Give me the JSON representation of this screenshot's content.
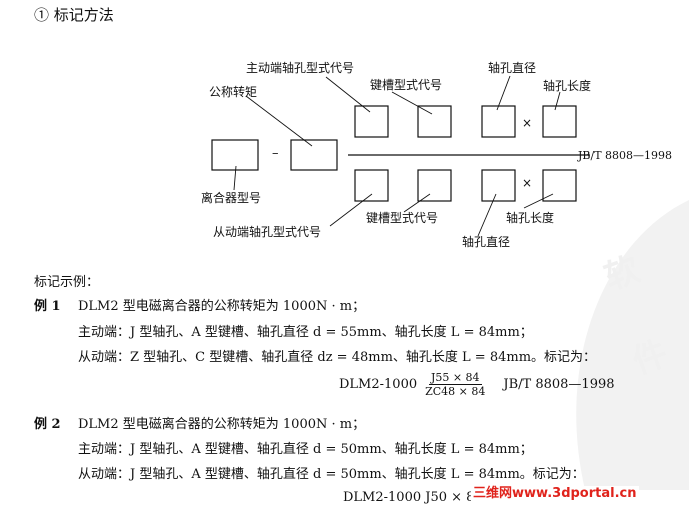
{
  "section_heading": "① 标记方法",
  "diagram": {
    "label_rated_torque": "公称转矩",
    "label_drive_hole_type": "主动端轴孔型式代号",
    "label_keyway_type_top": "键槽型式代号",
    "label_bore_dia_top": "轴孔直径",
    "label_bore_len_top": "轴孔长度",
    "standard_ref": "JB/T 8808—1998",
    "label_clutch_model": "离合器型号",
    "label_driven_hole_type": "从动端轴孔型式代号",
    "label_keyway_type_bottom": "键槽型式代号",
    "label_bore_len_bottom": "轴孔长度",
    "label_bore_dia_bottom": "轴孔直径",
    "dash": "–",
    "times": "×"
  },
  "examples": {
    "intro": "标记示例：",
    "ex1": {
      "tag": "例 1",
      "line1": "DLM2 型电磁离合器的公称转矩为 1000N · m；",
      "line2": "主动端：J 型轴孔、A 型键槽、轴孔直径 d = 55mm、轴孔长度 L = 84mm；",
      "line3": "从动端：Z 型轴孔、C 型键槽、轴孔直径 dz = 48mm、轴孔长度 L = 84mm。标记为：",
      "mark_prefix": "DLM2-1000",
      "mark_num": "J55 × 84",
      "mark_den": "ZC48 × 84",
      "mark_std": "JB/T 8808—1998"
    },
    "ex2": {
      "tag": "例 2",
      "line1": "DLM2 型电磁离合器的公称转矩为 1000N · m；",
      "line2": "主动端：J 型轴孔、A 型键槽、轴孔直径 d = 50mm、轴孔长度 L = 84mm；",
      "line3": "从动端：J 型轴孔、A 型键槽、轴孔直径 d = 50mm、轴孔长度 L = 84mm。标记为：",
      "mark_partial": "DLM2-1000  J50 × 8"
    }
  },
  "watermark": {
    "site_cn": "三维网",
    "site_url": "www.3dportal.cn",
    "glyphs": "软件"
  },
  "colors": {
    "ink": "#111111",
    "watermark_red": "#e0231c",
    "watermark_gray": "#efefef"
  }
}
